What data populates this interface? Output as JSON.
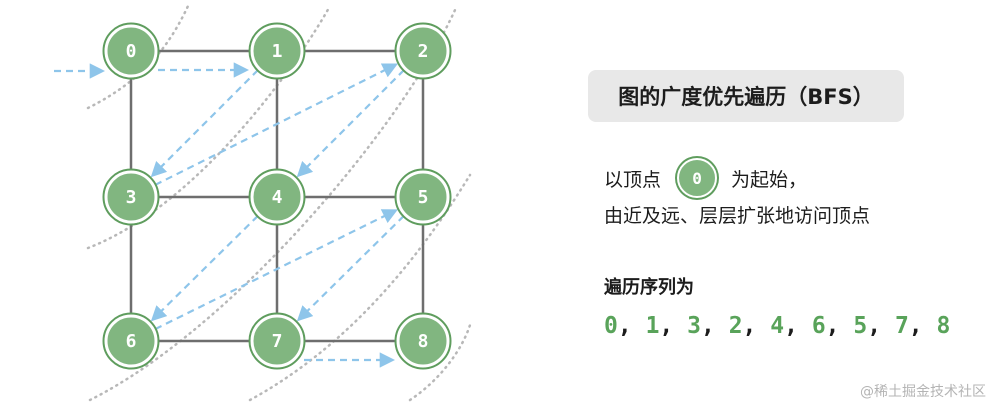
{
  "colors": {
    "node_fill": "#81b680",
    "node_ring": "#5f9d5e",
    "node_text": "#ffffff",
    "edge": "#6e6e6e",
    "arrow": "#8ec5ea",
    "layer_line": "#b8b8b8",
    "sequence_number": "#59a35a",
    "title_bg": "#e8e8e8"
  },
  "graph": {
    "nodes": [
      "0",
      "1",
      "2",
      "3",
      "4",
      "5",
      "6",
      "7",
      "8"
    ],
    "edges": [
      [
        0,
        1
      ],
      [
        1,
        2
      ],
      [
        3,
        4
      ],
      [
        4,
        5
      ],
      [
        6,
        7
      ],
      [
        7,
        8
      ],
      [
        0,
        3
      ],
      [
        3,
        6
      ],
      [
        1,
        4
      ],
      [
        4,
        7
      ],
      [
        2,
        5
      ],
      [
        5,
        8
      ]
    ],
    "traversal_arrows": [
      [
        0,
        1
      ],
      [
        1,
        3
      ],
      [
        3,
        2
      ],
      [
        2,
        4
      ],
      [
        4,
        6
      ],
      [
        6,
        5
      ],
      [
        5,
        7
      ],
      [
        7,
        8
      ]
    ],
    "start_arrow_target": 0
  },
  "panel": {
    "title": "图的广度优先遍历（BFS）",
    "desc_prefix": "以顶点",
    "start_node": "0",
    "desc_suffix": "为起始，",
    "desc_line2": "由近及远、层层扩张地访问顶点",
    "order_label": "遍历序列为",
    "order": [
      "0",
      "1",
      "3",
      "2",
      "4",
      "6",
      "5",
      "7",
      "8"
    ],
    "order_separator": ", "
  },
  "watermark": "@稀土掘金技术社区"
}
